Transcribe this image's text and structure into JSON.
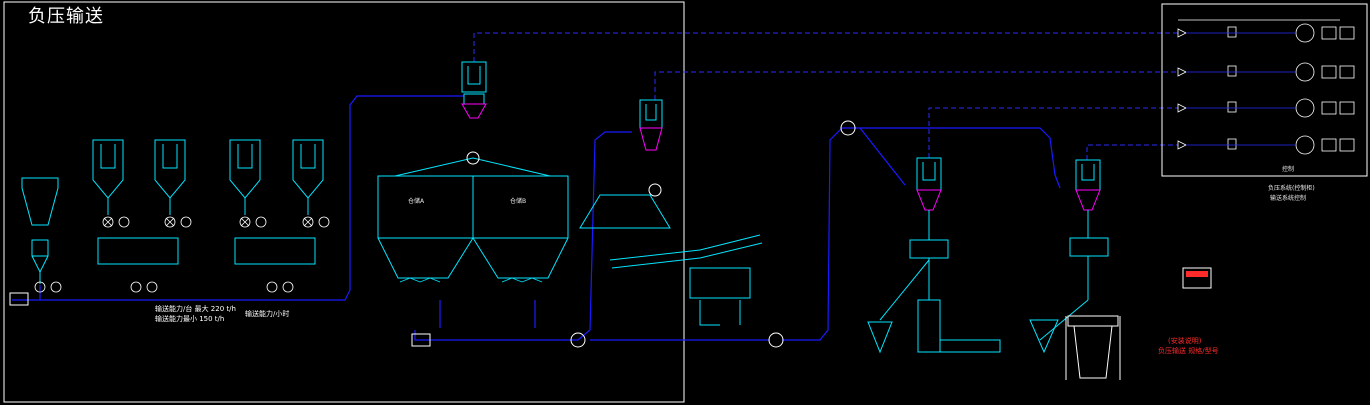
{
  "title": "负压输送",
  "colors": {
    "background": "#000000",
    "pipe": "#1a1aff",
    "dashed_line": "#2a2aff",
    "equipment": "#00e5ff",
    "filter": "#ff00ff",
    "annotation": "#ff00ff",
    "label": "#ffffff",
    "warning": "#ff2b2b"
  },
  "labels": {
    "feed_line_1": "输送能力/台 最大 220 t/h",
    "feed_line_2": "输送能力最小 150 t/h",
    "capacity": "输送能力/小时",
    "silo_left": "仓储A",
    "silo_right": "仓储B",
    "control_note_1": "负压系统(控制柜)",
    "control_note_2": "输送系统控制",
    "panel_label": "控制",
    "warning_1": "(安装说明)",
    "warning_2": "负压输送 规格/型号"
  },
  "icons": {
    "pump": "vacuum-pump-icon",
    "valve": "rotary-valve-icon",
    "filter": "bag-filter-icon",
    "motor": "motor-icon",
    "control_unit": "control-panel-icon"
  }
}
